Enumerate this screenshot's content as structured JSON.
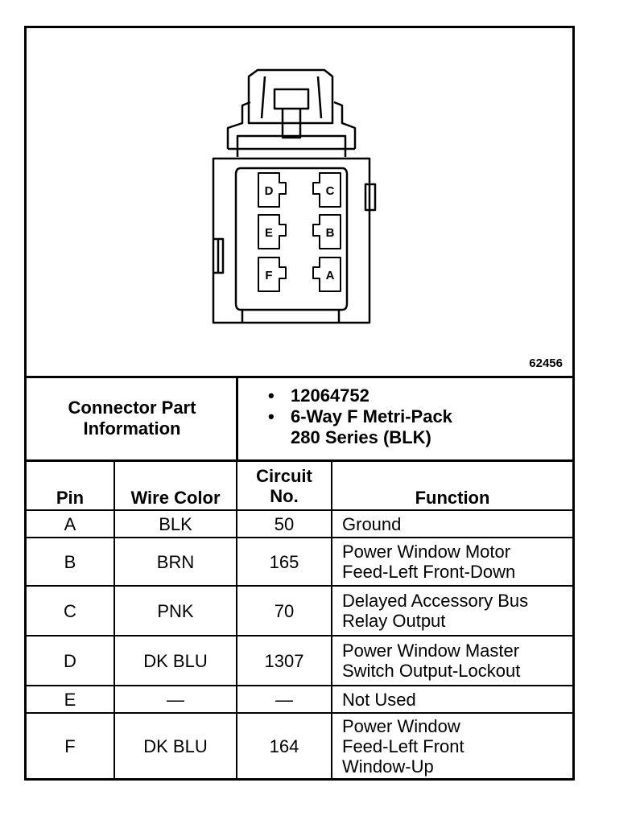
{
  "figure_number": "62456",
  "connector": {
    "label": "Connector Part\nInformation",
    "part_number": "12064752",
    "description_line1": "6-Way F Metri-Pack",
    "description_line2": "280 Series (BLK)"
  },
  "pin_cavities": [
    {
      "letter": "D"
    },
    {
      "letter": "C"
    },
    {
      "letter": "E"
    },
    {
      "letter": "B"
    },
    {
      "letter": "F"
    },
    {
      "letter": "A"
    }
  ],
  "table": {
    "headers": {
      "pin": "Pin",
      "wire_color": "Wire Color",
      "circuit": "Circuit\nNo.",
      "function": "Function"
    },
    "rows": [
      {
        "pin": "A",
        "wire_color": "BLK",
        "circuit": "50",
        "function": "Ground"
      },
      {
        "pin": "B",
        "wire_color": "BRN",
        "circuit": "165",
        "function": "Power Window Motor\nFeed-Left Front-Down"
      },
      {
        "pin": "C",
        "wire_color": "PNK",
        "circuit": "70",
        "function": "Delayed Accessory Bus\nRelay Output"
      },
      {
        "pin": "D",
        "wire_color": "DK BLU",
        "circuit": "1307",
        "function": "Power Window Master\nSwitch Output-Lockout"
      },
      {
        "pin": "E",
        "wire_color": "—",
        "circuit": "—",
        "function": "Not Used"
      },
      {
        "pin": "F",
        "wire_color": "DK BLU",
        "circuit": "164",
        "function": "Power Window\nFeed-Left Front\nWindow-Up"
      }
    ]
  }
}
